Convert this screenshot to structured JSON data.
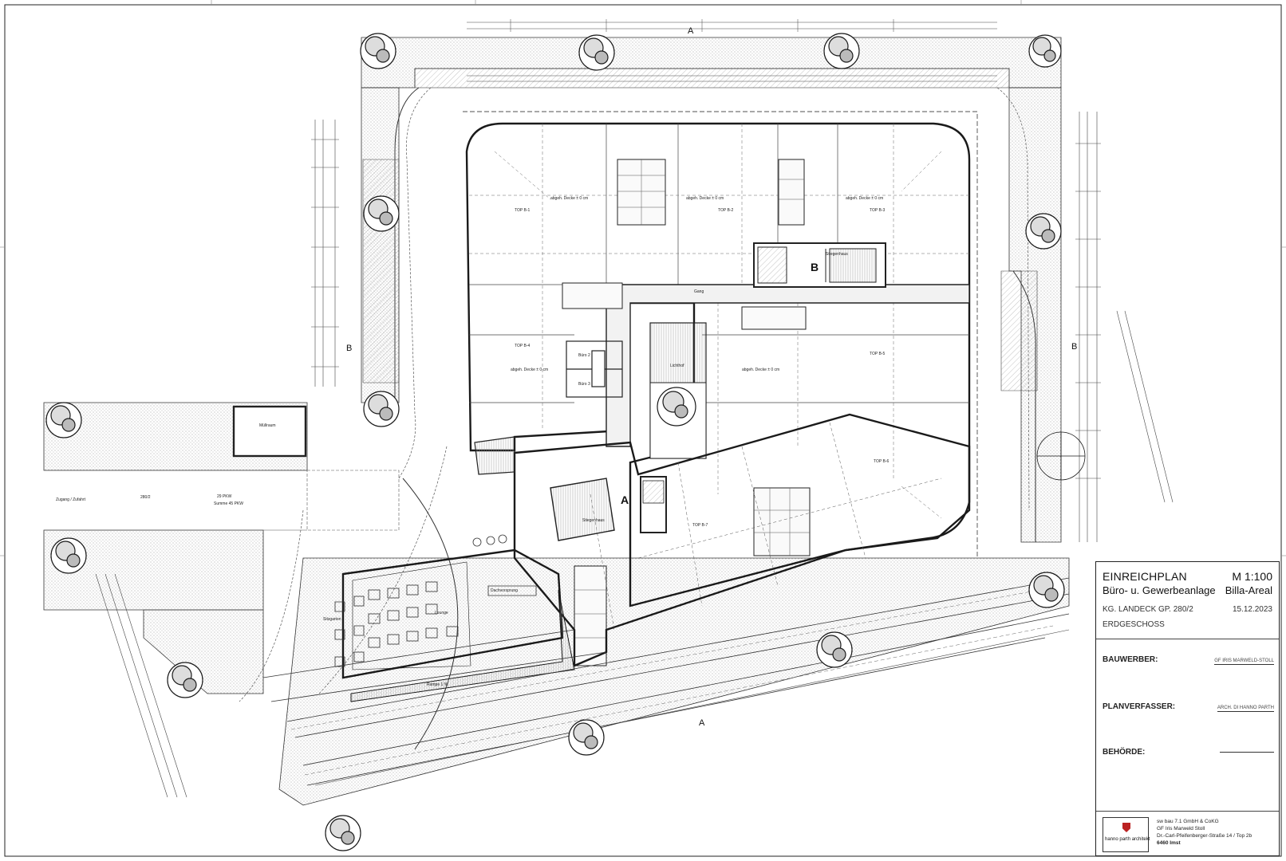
{
  "title_block": {
    "title": "EINREICHPLAN",
    "scale": "M 1:100",
    "project": "Büro- u. Gewerbeanlage",
    "project_name": "Billa-Areal",
    "kg": "KG. LANDECK   GP. 280/2",
    "date": "15.12.2023",
    "floor": "ERDGESCHOSS",
    "bauwerber_label": "BAUWERBER:",
    "bauwerber_value": "GF IRIS MARWELD-STOLL",
    "planverfasser_label": "PLANVERFASSER:",
    "planverfasser_value": "ARCH. DI HANNO PARTH",
    "behoerde_label": "BEHÖRDE:",
    "logo_name": "hanno parth architekt",
    "address": [
      "sw bau 7.1 GmbH & CoKG",
      "GF Iris Marweld Stoll",
      "Dr.-Carl-Pfeifenberger-Straße 14 / Top 2b",
      "6460 Imst"
    ]
  },
  "plan": {
    "section_markers": [
      "A",
      "A",
      "B",
      "B",
      "B",
      "A"
    ],
    "rooms": [
      "TOP B-1",
      "TOP B-2",
      "TOP B-3",
      "TOP B-4",
      "TOP B-5",
      "TOP B-6",
      "TOP B-7",
      "Büro 2",
      "Büro 3",
      "Lichthof",
      "Müllraum",
      "Lounge",
      "Dachvorsprung",
      "Sitzgarten",
      "Zugang / Zufahrt"
    ],
    "parking_label": "29 PKW",
    "parking_sum": "Summe 45 PKW",
    "parking_slot": "280/2",
    "staircase_label": "Stiegenhaus",
    "ramp_label": "Rampe 1 %",
    "floor_label": "abgeh. Decke ± 0 cm",
    "aisle_label": "Gang"
  },
  "colors": {
    "line": "#1a1a1a",
    "wall": "#222222",
    "hatch": "#8a8a8a",
    "tree": "#1a1a1a"
  }
}
